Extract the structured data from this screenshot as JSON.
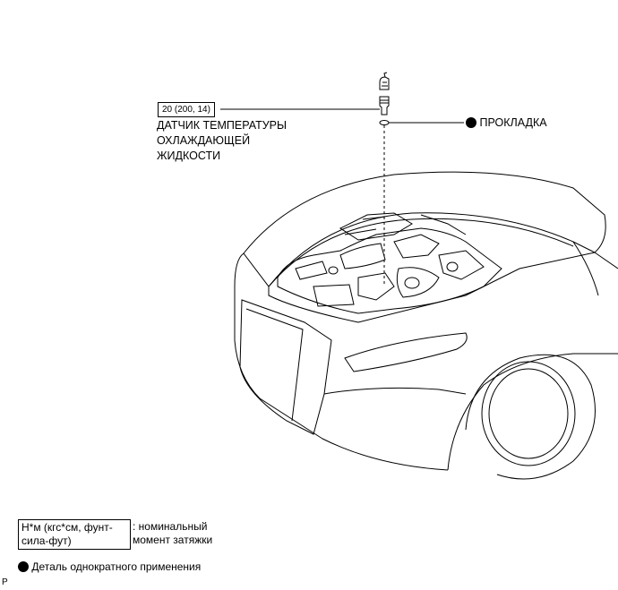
{
  "torque": {
    "value": "20 (200, 14)"
  },
  "sensor": {
    "label_line1": "ДАТЧИК ТЕМПЕРАТУРЫ",
    "label_line2": "ОХЛАЖДАЮЩЕЙ",
    "label_line3": "ЖИДКОСТИ"
  },
  "gasket": {
    "label": "ПРОКЛАДКА"
  },
  "legend": {
    "unit_line1": "Н*м (кгс*см, фунт-",
    "unit_line2": "сила-фут)",
    "unit_desc_line1": ": номинальный",
    "unit_desc_line2": "момент затяжки",
    "single_use": "Деталь однократного применения"
  },
  "corner_mark": "P"
}
